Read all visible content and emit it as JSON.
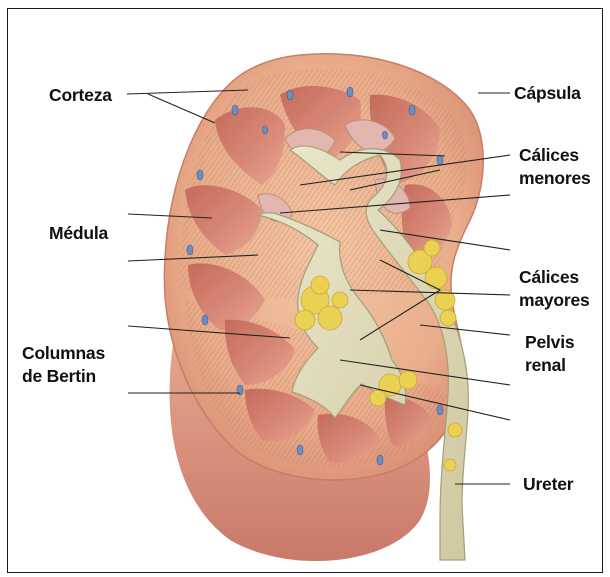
{
  "figure": {
    "labels": {
      "corteza": "Corteza",
      "capsula": "Cápsula",
      "calices_menores": [
        "Cálices",
        "menores"
      ],
      "medula": "Médula",
      "calices_mayores": [
        "Cálices",
        "mayores"
      ],
      "pelvis_renal": [
        "Pelvis",
        "renal"
      ],
      "columnas_bertin": [
        "Columnas",
        "de Bertin"
      ],
      "ureter": "Ureter"
    },
    "colors": {
      "cortex": "#eab08f",
      "capsule": "#e8a78c",
      "pyramid": "#c86f5f",
      "pelvis": "#d8d3b0",
      "fat": "#e9cf4a",
      "vessel": "#6b8fc3"
    }
  }
}
